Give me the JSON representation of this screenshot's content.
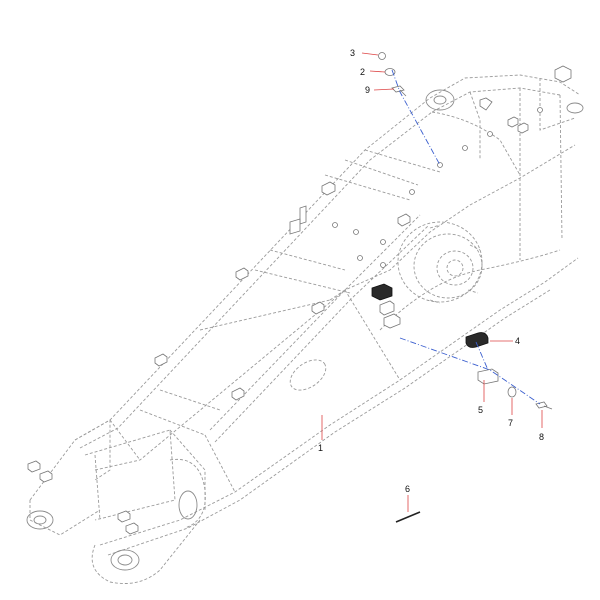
{
  "diagram": {
    "callouts": [
      {
        "id": "c1",
        "label": "1"
      },
      {
        "id": "c2",
        "label": "2"
      },
      {
        "id": "c3",
        "label": "3"
      },
      {
        "id": "c4",
        "label": "4"
      },
      {
        "id": "c5",
        "label": "5"
      },
      {
        "id": "c6",
        "label": "6"
      },
      {
        "id": "c7",
        "label": "7"
      },
      {
        "id": "c8",
        "label": "8"
      },
      {
        "id": "c9",
        "label": "9"
      }
    ],
    "colors": {
      "line": "#9a9a9a",
      "leader": "#dd4444",
      "axis": "#3b5fcf",
      "part_dark": "#2a2a2a"
    }
  }
}
